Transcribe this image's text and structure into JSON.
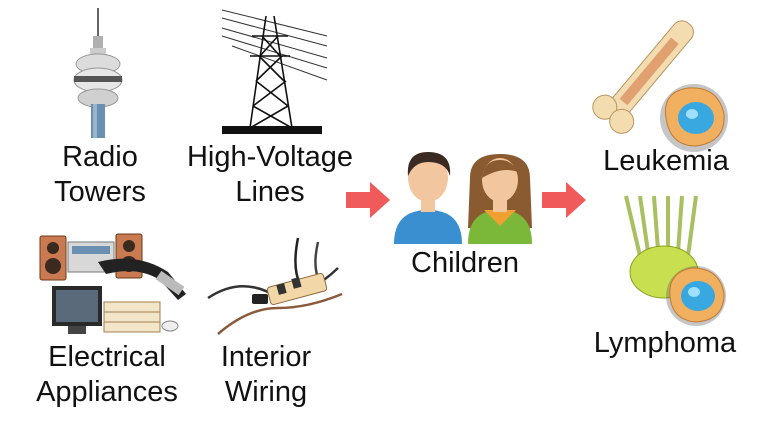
{
  "sources": [
    {
      "line1": "Radio",
      "line2": "Towers"
    },
    {
      "line1": "High-Voltage",
      "line2": "Lines"
    },
    {
      "line1": "Electrical",
      "line2": "Appliances"
    },
    {
      "line1": "Interior",
      "line2": "Wiring"
    }
  ],
  "population": {
    "label": "Children"
  },
  "outcomes": [
    {
      "label": "Leukemia"
    },
    {
      "label": "Lymphoma"
    }
  ],
  "colors": {
    "arrow": "#f05a5a",
    "shirt": "#3a8fd0",
    "orange": "#f0a030"
  }
}
